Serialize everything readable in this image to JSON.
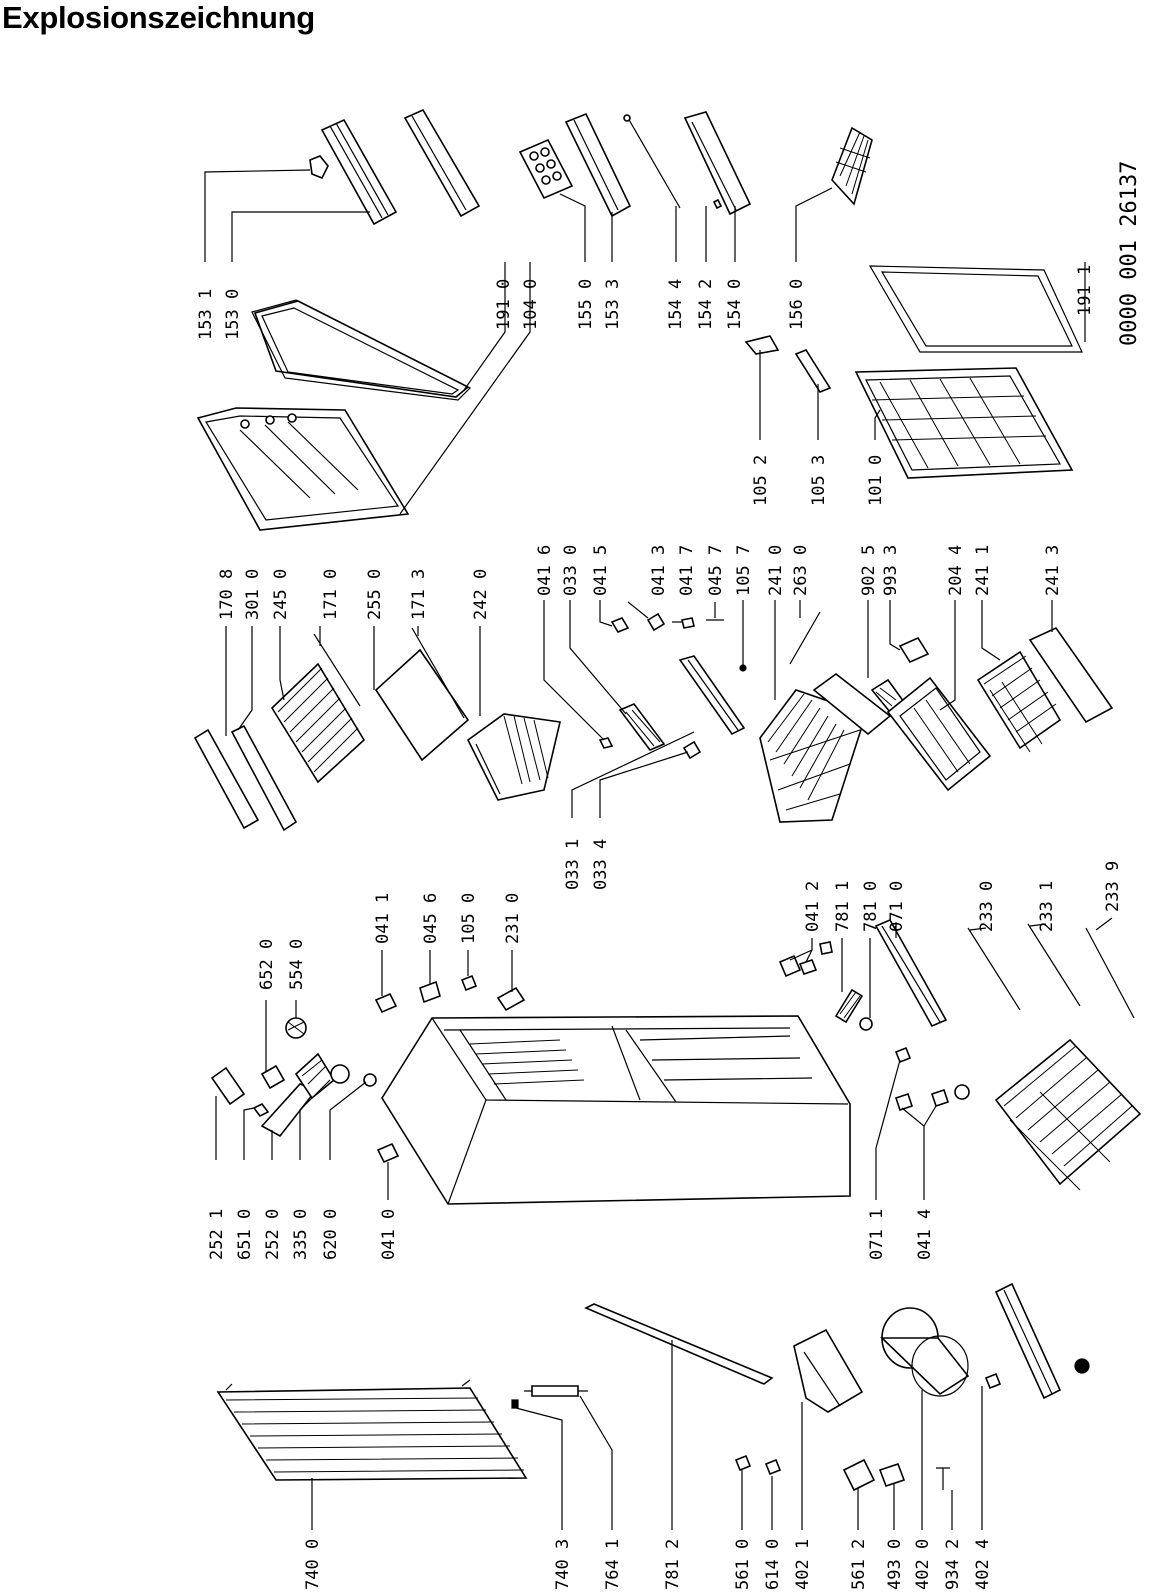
{
  "title": "Explosionszeichnung",
  "doc_number": "0000 001 26137",
  "labels": {
    "l1531": "153 1",
    "l1530": "153 0",
    "l1910": "191 0",
    "l1040": "104 0",
    "l1550": "155 0",
    "l1533": "153 3",
    "l1544": "154 4",
    "l1542": "154 2",
    "l1540": "154 0",
    "l1560": "156 0",
    "l1911": "191 1",
    "l1052": "105 2",
    "l1053": "105 3",
    "l1010": "101 0",
    "l1708": "170 8",
    "l3010": "301 0",
    "l2450": "245 0",
    "l1710": "171 0",
    "l2550": "255 0",
    "l1713": "171 3",
    "l2420": "242 0",
    "l0416": "041 6",
    "l0330": "033 0",
    "l0415": "041 5",
    "l0413": "041 3",
    "l0417": "041 7",
    "l0457": "045 7",
    "l1057": "105 7",
    "l2410": "241 0",
    "l2630": "263 0",
    "l9025": "902 5",
    "l9933": "993 3",
    "l2044": "204 4",
    "l2411": "241 1",
    "l2413": "241 3",
    "l0331": "033 1",
    "l0334": "033 4",
    "l6520": "652 0",
    "l5540": "554 0",
    "l0411": "041 1",
    "l0456": "045 6",
    "l1050": "105 0",
    "l2310": "231 0",
    "l0412": "041 2",
    "l7811": "781 1",
    "l7810": "781 0",
    "l0710": "071 0",
    "l2330": "233 0",
    "l2331": "233 1",
    "l2339": "233 9",
    "l2521": "252 1",
    "l6510": "651 0",
    "l2520": "252 0",
    "l3350": "335 0",
    "l6200": "620 0",
    "l0410": "041 0",
    "l0711": "071 1",
    "l0414": "041 4",
    "l7400": "740 0",
    "l7403": "740 3",
    "l7641": "764 1",
    "l7812": "781 2",
    "l5610": "561 0",
    "l6140": "614 0",
    "l4021": "402 1",
    "l5612": "561 2",
    "l4930": "493 0",
    "l4020": "402 0",
    "l9342": "934 2",
    "l4024": "402 4"
  }
}
